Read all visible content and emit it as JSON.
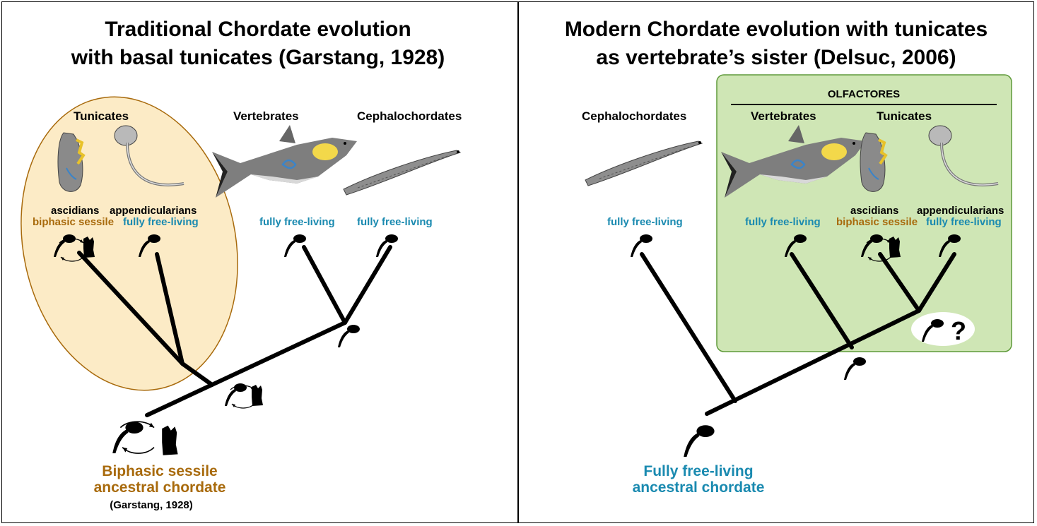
{
  "left_panel": {
    "title_line1": "Traditional Chordate evolution",
    "title_line2": "with basal tunicates (Garstang, 1928)",
    "group_label": "Tunicates",
    "taxa": {
      "vertebrates": "Vertebrates",
      "cephalochordates": "Cephalochordates",
      "ascidians": "ascidians",
      "appendicularians": "appendicularians"
    },
    "lifestyles": {
      "ascidians": "biphasic sessile",
      "appendicularians": "fully free-living",
      "vertebrates": "fully free-living",
      "cephalochordates": "fully free-living"
    },
    "ancestor_line1": "Biphasic sessile",
    "ancestor_line2": "ancestral chordate",
    "citation": "(Garstang, 1928)"
  },
  "right_panel": {
    "title_line1": "Modern Chordate evolution with tunicates",
    "title_line2": "as vertebrate’s sister (Delsuc, 2006)",
    "clade_label": "OLFACTORES",
    "taxa": {
      "cephalochordates": "Cephalochordates",
      "vertebrates": "Vertebrates",
      "tunicates": "Tunicates",
      "ascidians": "ascidians",
      "appendicularians": "appendicularians"
    },
    "lifestyles": {
      "cephalochordates": "fully free-living",
      "vertebrates": "fully free-living",
      "ascidians": "biphasic sessile",
      "appendicularians": "fully free-living"
    },
    "question_mark": "?",
    "ancestor_line1": "Fully free-living",
    "ancestor_line2": "ancestral chordate"
  },
  "colors": {
    "brown": "#a86a0c",
    "blue": "#1a8ab0",
    "tunicate_ellipse": "#fcebc6",
    "olfactores_box": "#cfe6b5"
  },
  "icons": [
    "tadpole-larva-icon",
    "sessile-adult-icon",
    "life-cycle-arrows-icon",
    "shark-icon",
    "amphioxus-icon",
    "ascidian-icon",
    "appendicularian-icon"
  ]
}
